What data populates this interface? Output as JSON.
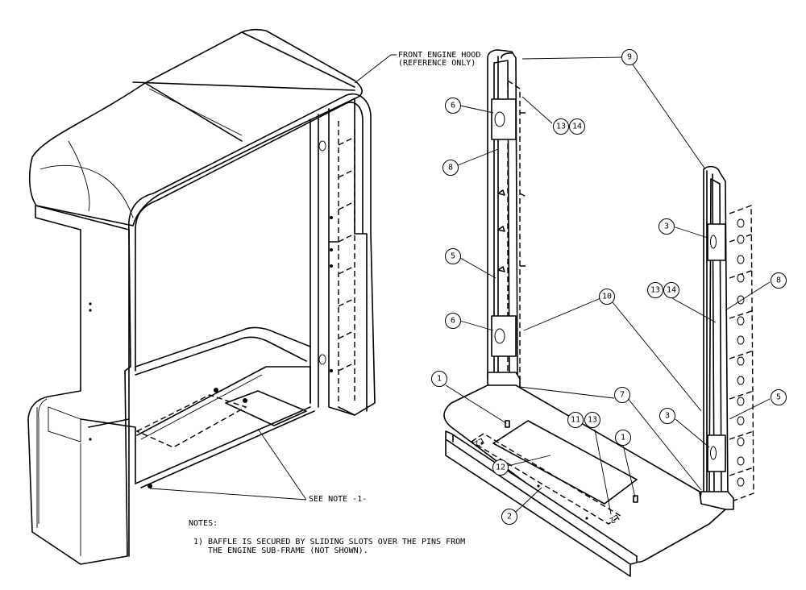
{
  "callouts": {
    "hood_line1": "FRONT ENGINE HOOD",
    "hood_line2": "(REFERENCE ONLY)",
    "see_note": "SEE NOTE -1-"
  },
  "notes": {
    "heading": "NOTES:",
    "note1_line1": "1) BAFFLE IS SECURED BY SLIDING SLOTS OVER THE PINS FROM",
    "note1_line2": "THE ENGINE SUB-FRAME (NOT SHOWN)."
  },
  "balloons": {
    "b9": "9",
    "b6a": "6",
    "b13a": "13",
    "b14a": "14",
    "b8a": "8",
    "b5a": "5",
    "b6b": "6",
    "b10": "10",
    "b1a": "1",
    "b7": "7",
    "b11": "11",
    "b13b": "13",
    "b1b": "1",
    "b12": "12",
    "b2": "2",
    "b3a": "3",
    "b13c": "13",
    "b14c": "14",
    "b8b": "8",
    "b5b": "5",
    "b3b": "3"
  },
  "panel_marks": {
    "l2": "L2"
  }
}
